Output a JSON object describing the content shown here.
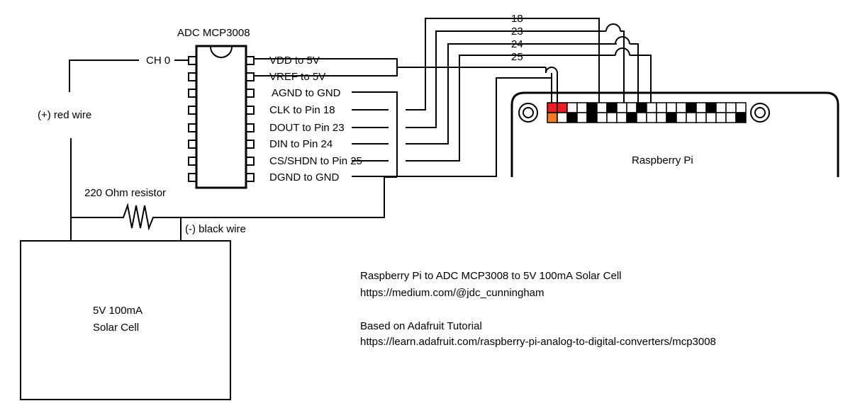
{
  "chip": {
    "title": "ADC MCP3008",
    "left_pin_label": "CH 0",
    "right_pins": [
      "VDD  to 5V",
      "VREF to 5V",
      "AGND to GND",
      "CLK to Pin 18",
      "DOUT to Pin 23",
      "DIN to Pin 24",
      "CS/SHDN to Pin 25",
      "DGND to GND"
    ]
  },
  "gpio_labels": [
    "18",
    "23",
    "24",
    "25"
  ],
  "board": {
    "label": "Raspberry Pi"
  },
  "wires": {
    "red": "(+) red wire",
    "black": "(-) black wire",
    "resistor": "220 Ohm resistor"
  },
  "solar": {
    "line1": "5V 100mA",
    "line2": "Solar Cell"
  },
  "notes": [
    "Raspberry Pi to ADC MCP3008 to 5V 100mA Solar Cell",
    "https://medium.com/@jdc_cunningham",
    "",
    "Based on Adafruit Tutorial",
    "https://learn.adafruit.com/raspberry-pi-analog-to-digital-converters/mcp3008"
  ],
  "colors": {
    "pin_red": "#ed1c24",
    "pin_orange": "#f47b20",
    "ink": "#000000"
  }
}
